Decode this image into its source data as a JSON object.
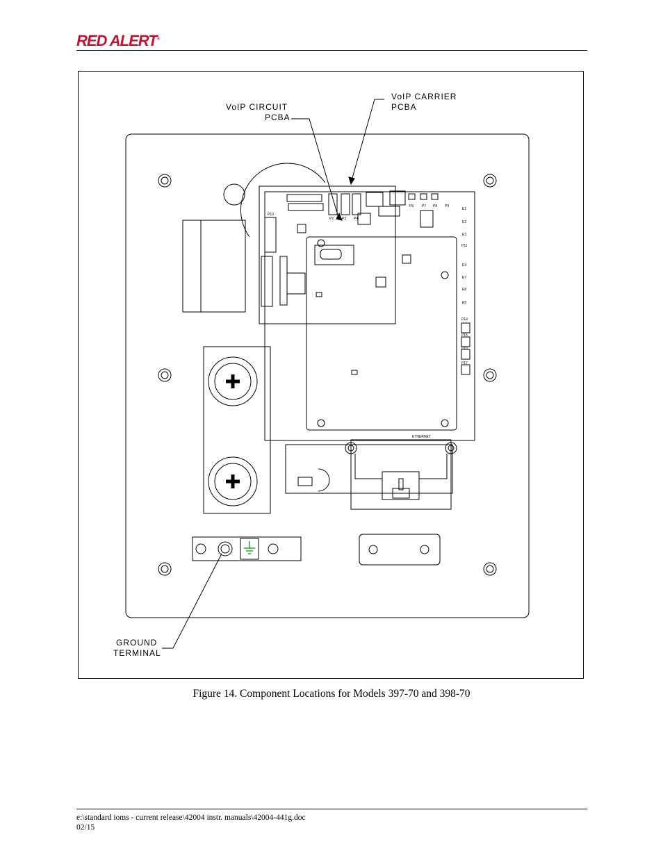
{
  "header": {
    "logo_text": "RED ALERT",
    "logo_mark": "®"
  },
  "figure": {
    "callouts": {
      "voip_circuit": [
        "VoIP  CIRCUIT",
        "PCBA"
      ],
      "voip_carrier": [
        "VoIP  CARRIER",
        "PCBA"
      ],
      "ground": [
        "GROUND",
        "TERMINAL"
      ]
    },
    "board_labels": {
      "p10": "P10",
      "p2": "P2",
      "p3": "P3",
      "p4": "P4",
      "p6": "P6",
      "p7": "P7",
      "p8": "P8",
      "p9": "P9",
      "e1": "E1",
      "e2": "E2",
      "e3": "E3",
      "p11": "P11",
      "e4": "E4",
      "e7": "E7",
      "e8": "E8",
      "e5": "E5",
      "p14": "P14",
      "p15": "P15",
      "p16": "P16",
      "p17": "P17",
      "ethernet": "ETHERNET"
    },
    "caption": "Figure 14.  Component Locations for Models 397-70   and 398-70"
  },
  "footer": {
    "path": "e:\\standard ioms - current release\\42004 instr. manuals\\42004-441g.doc",
    "date": "02/15"
  },
  "colors": {
    "logo_red": "#c8102e",
    "ground_symbol": "#22aa22"
  }
}
